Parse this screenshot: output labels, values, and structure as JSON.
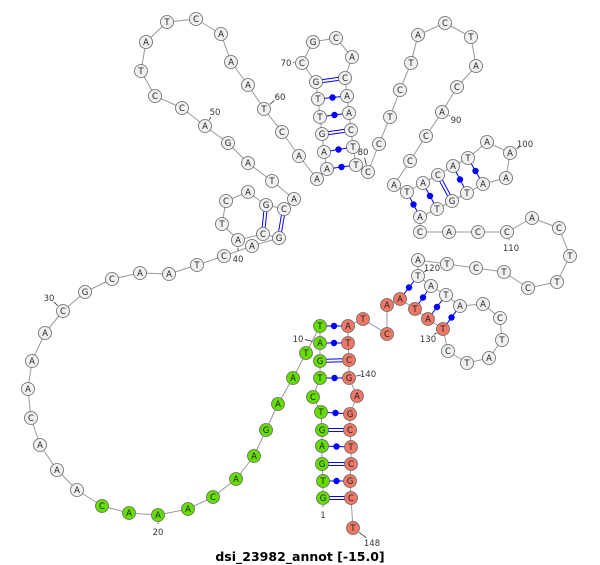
{
  "title": "dsi_23982_annot [-15.0]",
  "sequence": "GTGAGTCTGATTAAGAACAAACAAACAAACGCAATCAGCATCAGCATAGACCTATCAAATCAAAAGTTGCGCACAACTTCCTCTACTACACCATACATAAAATGTACACCACTTCTCTATATAACTATCTATAACTATCGAGCTCGCT",
  "pairs": [
    [
      1,
      147
    ],
    [
      2,
      146
    ],
    [
      3,
      145
    ],
    [
      4,
      144
    ],
    [
      5,
      143
    ],
    [
      6,
      142
    ],
    [
      8,
      140
    ],
    [
      9,
      139
    ],
    [
      10,
      138
    ],
    [
      11,
      137
    ],
    [
      38,
      45
    ],
    [
      39,
      44
    ],
    [
      64,
      79
    ],
    [
      65,
      78
    ],
    [
      66,
      77
    ],
    [
      67,
      76
    ],
    [
      68,
      75
    ],
    [
      69,
      74
    ],
    [
      94,
      106
    ],
    [
      95,
      105
    ],
    [
      96,
      104
    ],
    [
      97,
      103
    ],
    [
      98,
      102
    ],
    [
      120,
      133
    ],
    [
      121,
      132
    ],
    [
      122,
      131
    ],
    [
      123,
      130
    ]
  ],
  "position_labels": [
    1,
    10,
    20,
    30,
    40,
    50,
    60,
    70,
    80,
    90,
    100,
    110,
    120,
    130,
    140,
    148
  ],
  "highlight_regions": [
    {
      "name": "5-prime-region",
      "start": 1,
      "end": 22,
      "color": "#66dd00"
    },
    {
      "name": "3-prime-region",
      "start": 130,
      "end": 148,
      "color": "#ee7766"
    }
  ],
  "colors": {
    "default_node": "#f0f0f0",
    "backbone": "#999999",
    "pair": "#0000ff"
  }
}
